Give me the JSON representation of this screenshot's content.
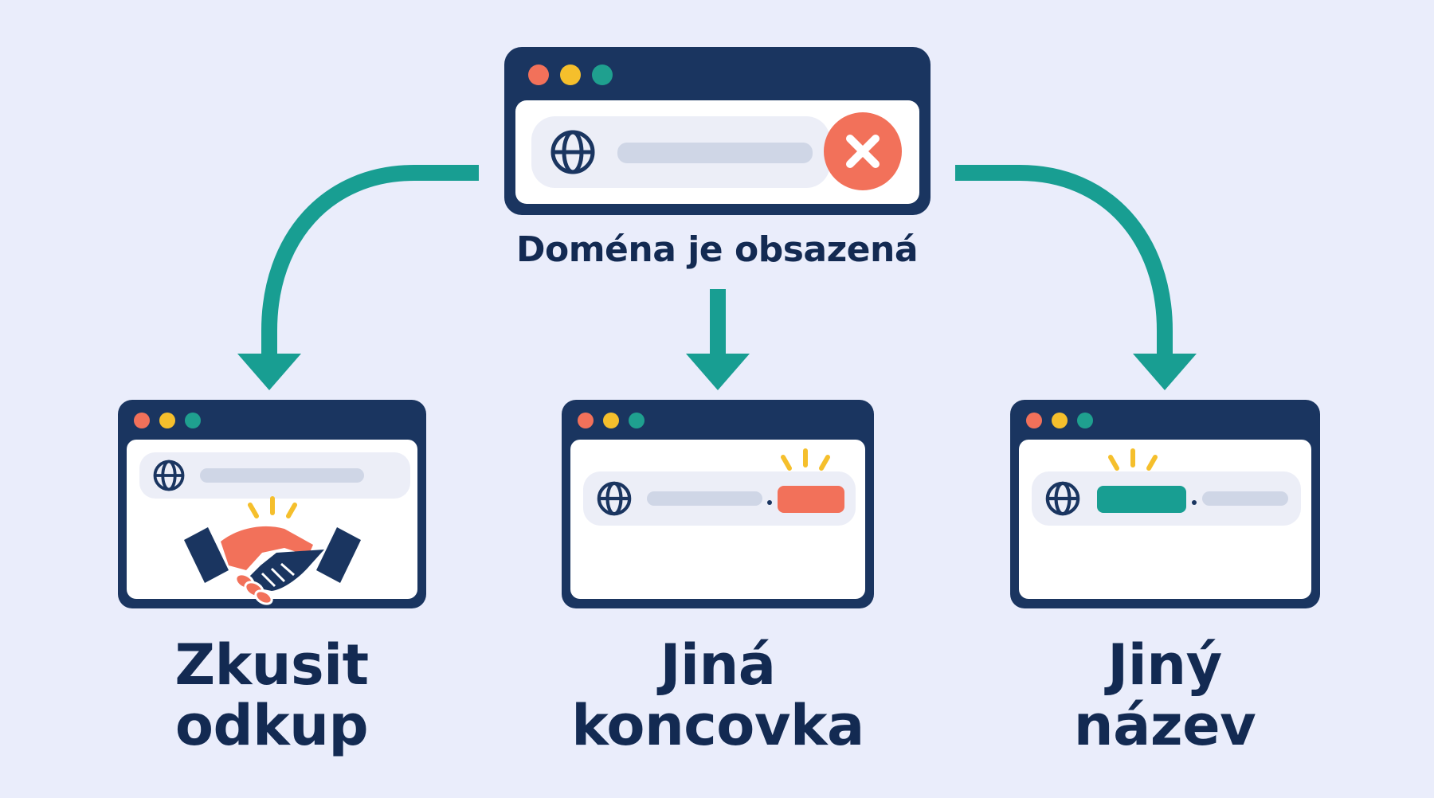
{
  "colors": {
    "background": "#eaedfb",
    "window_frame": "#1a3560",
    "teal": "#189e92",
    "coral": "#f2715a",
    "yellow": "#f5bf2c",
    "dot_teal": "#1fa08f",
    "text": "#132a52"
  },
  "top": {
    "caption": "Doména je obsazená",
    "status_icon": "close-icon"
  },
  "options": [
    {
      "line1": "Zkusit",
      "line2": "odkup",
      "icon": "handshake-icon"
    },
    {
      "line1": "Jiná",
      "line2": "koncovka"
    },
    {
      "line1": "Jiný",
      "line2": "název"
    }
  ]
}
